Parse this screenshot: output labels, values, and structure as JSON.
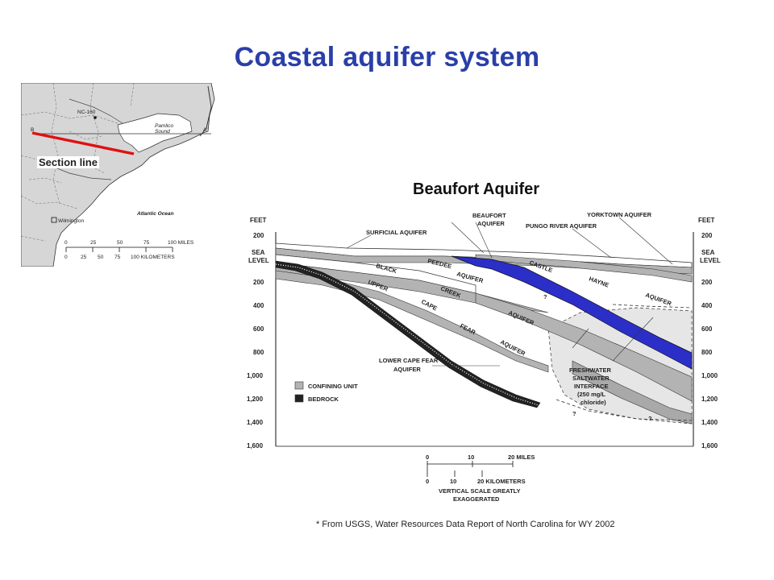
{
  "title": "Coastal aquifer system",
  "map": {
    "section_label": "Section line",
    "place_labels": {
      "route": "NC-160",
      "sound": "Pamlico\nSound",
      "ocean": "Atlantic Ocean",
      "city": "Wilmington",
      "point_b": "B",
      "point_a": "A'"
    },
    "scale": {
      "miles_ticks": [
        "0",
        "25",
        "50",
        "75",
        "100 MILES"
      ],
      "km_ticks": [
        "0",
        "25",
        "50",
        "75",
        "100 KILOMETERS"
      ]
    }
  },
  "section": {
    "heading": "Beaufort Aquifer",
    "left_axis_title": "FEET",
    "right_axis_title": "FEET",
    "depth_ticks": [
      "200",
      "SEA\nLEVEL",
      "200",
      "400",
      "600",
      "800",
      "1,000",
      "1,200",
      "1,400",
      "1,600"
    ],
    "unit_labels": {
      "surficial": "SURFICIAL AQUIFER",
      "beaufort": "BEAUFORT\nAQUIFER",
      "yorktown": "YORKTOWN AQUIFER",
      "pungo": "PUNGO RIVER AQUIFER",
      "peedee_1": "PEEDEE",
      "peedee_2": "AQUIFER",
      "black": "BLACK",
      "creek": "CREEK",
      "black_aquifer": "AQUIFER",
      "upper": "UPPER",
      "cape": "CAPE",
      "fear": "FEAR",
      "upper_aquifer": "AQUIFER",
      "castle": "CASTLE",
      "hayne": "HAYNE",
      "castle_aquifer": "AQUIFER",
      "lower_cape_fear": "LOWER CAPE FEAR\nAQUIFER",
      "interface": "FRESHWATER\nSALTWATER\nINTERFACE\n(250 mg/L\nchloride)",
      "question": "?"
    },
    "legend": [
      {
        "label": "CONFINING UNIT",
        "swatch": "#b0b0b0"
      },
      {
        "label": "BEDROCK",
        "swatch": "#222222"
      }
    ],
    "scale": {
      "miles_ticks": [
        "0",
        "10",
        "20 MILES"
      ],
      "km_ticks": [
        "0",
        "10",
        "20 KILOMETERS"
      ],
      "note": "VERTICAL SCALE GREATLY\nEXAGGERATED"
    },
    "colors": {
      "beaufort_fill": "#2b2fc8",
      "confining_fill": "#b3b3b3",
      "saltwater_fill": "#e6e6e6",
      "section_line": "#e01010"
    }
  },
  "citation": "* From USGS, Water Resources Data Report of North Carolina  for WY 2002"
}
